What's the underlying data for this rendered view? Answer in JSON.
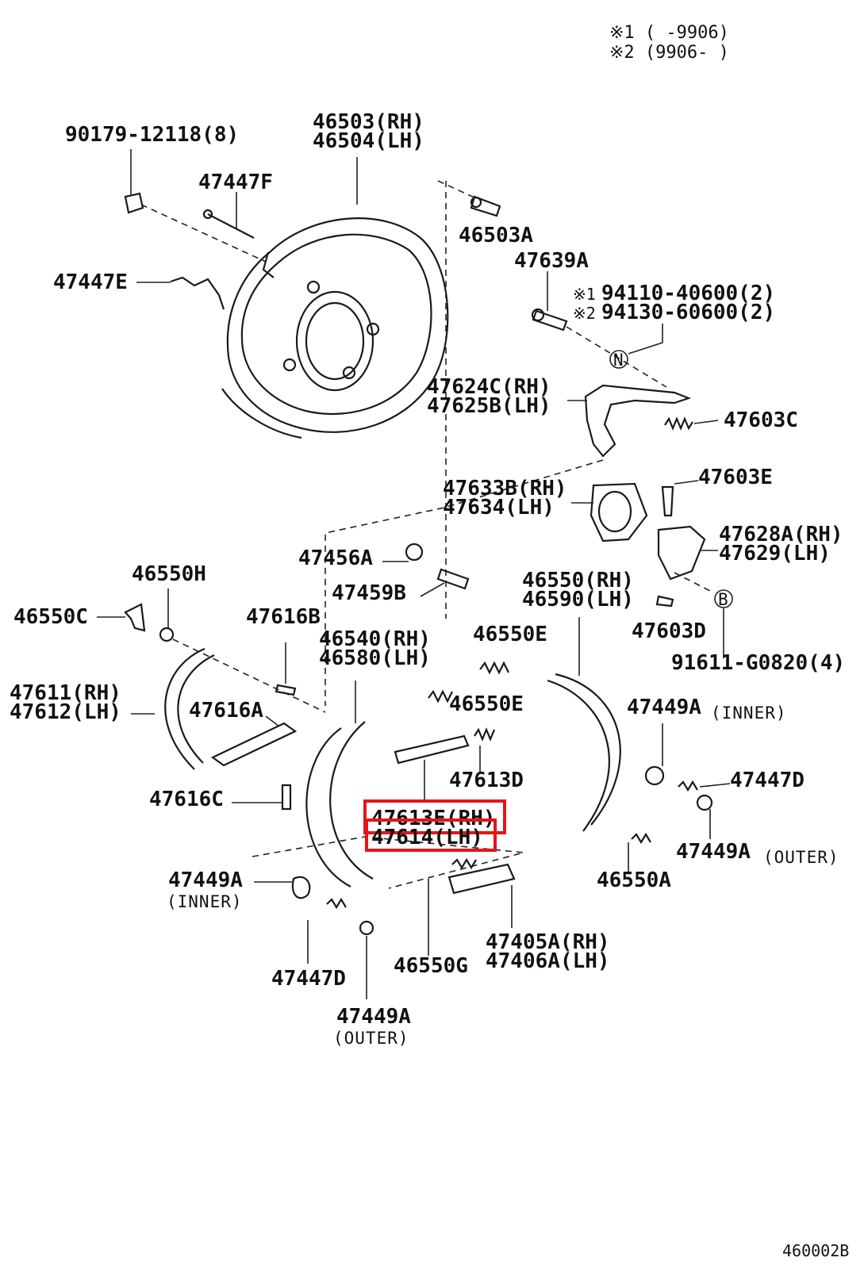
{
  "notes": {
    "n1": "※1 (      -9906)",
    "n2": "※2 (9906-      )"
  },
  "labels": {
    "l_90179": "90179-12118(8)",
    "l_46503": "46503(RH)",
    "l_46504": "46504(LH)",
    "l_47447F": "47447F",
    "l_47447E": "47447E",
    "l_46503A": "46503A",
    "l_47639A": "47639A",
    "l_94110": "94110-40600(2)",
    "l_94130": "94130-60600(2)",
    "l_47624C": "47624C(RH)",
    "l_47625B": "47625B(LH)",
    "l_47603C": "47603C",
    "l_47633B": "47633B(RH)",
    "l_47634": "47634(LH)",
    "l_47603E": "47603E",
    "l_47628A": "47628A(RH)",
    "l_47629": "47629(LH)",
    "l_47456A": "47456A",
    "l_47459B": "47459B",
    "l_46550H": "46550H",
    "l_46550C": "46550C",
    "l_46550RH": "46550(RH)",
    "l_46590LH": "46590(LH)",
    "l_47603D": "47603D",
    "l_91611": "91611-G0820(4)",
    "l_47616B": "47616B",
    "l_46540": "46540(RH)",
    "l_46580": "46580(LH)",
    "l_46550E_1": "46550E",
    "l_46550E_2": "46550E",
    "l_47611": "47611(RH)",
    "l_47612": "47612(LH)",
    "l_47616A": "47616A",
    "l_47449A_inner_r": "47449A",
    "l_inner_r": "(INNER)",
    "l_47613D": "47613D",
    "l_47447D_r": "47447D",
    "l_47616C": "47616C",
    "l_47613E": "47613E(RH)",
    "l_47614": "47614(LH)",
    "l_47449A_outer_r": "47449A",
    "l_outer_r": "(OUTER)",
    "l_47449A_inner_l": "47449A",
    "l_inner_l": "(INNER)",
    "l_46550A": "46550A",
    "l_47405A": "47405A(RH)",
    "l_47406A": "47406A(LH)",
    "l_46550G": "46550G",
    "l_47447D_l": "47447D",
    "l_47449A_outer_l": "47449A",
    "l_outer_l": "(OUTER)"
  },
  "markers": {
    "n": "N",
    "b": "B",
    "mark1": "※1",
    "mark2": "※2"
  },
  "diagram_code": "460002B",
  "highlight": {
    "color": "#e5141b",
    "parts": [
      "47613E(RH)",
      "47614(LH)"
    ]
  }
}
